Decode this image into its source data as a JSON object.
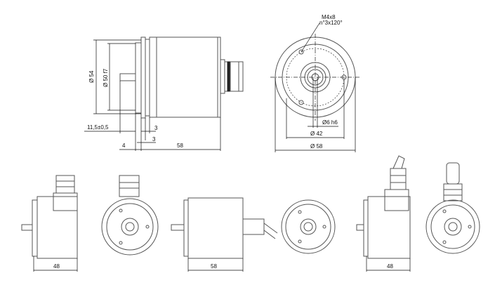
{
  "side_view": {
    "dia_outer": "Ø 54",
    "dia_pilot": "Ø 50 f7",
    "shaft_length": "11,5±0,5",
    "flange_a": "3",
    "flange_b": "3",
    "pilot_depth": "4",
    "body_length": "58"
  },
  "front_view": {
    "thread": "M4x8",
    "thread_pattern": "n°3x120°",
    "shaft_dia": "Ø6 h6",
    "bolt_circle": "Ø 42",
    "outer_dia": "Ø 58"
  },
  "bottom_views": {
    "variant1_length": "48",
    "variant2_length": "58",
    "variant3_length": "48"
  }
}
